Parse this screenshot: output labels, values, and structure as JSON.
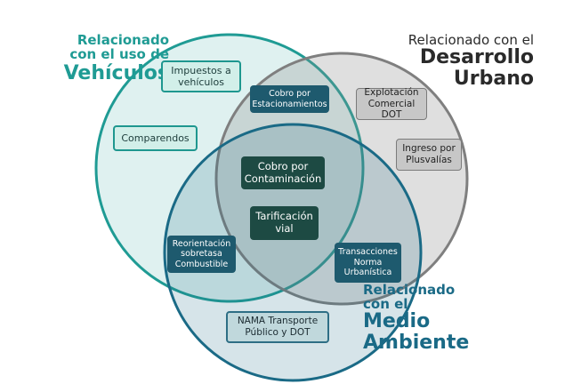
{
  "colors": {
    "vehiculos": "#1f9b94",
    "desarrollo": "#8a8a8a",
    "medio_ambiente": "#1a6a86"
  },
  "sets": {
    "vehiculos": {
      "lines": [
        "Relacionado",
        "con el uso de",
        "Vehículos"
      ]
    },
    "desarrollo": {
      "lines": [
        "Relacionado con el",
        "Desarrollo",
        "Urbano"
      ]
    },
    "medio_ambiente": {
      "lines": [
        "Relacionado",
        "con el",
        "Medio",
        "Ambiente"
      ]
    }
  },
  "items": {
    "impuestos": "Impuestos a\nvehículos",
    "comparendos": "Comparendos",
    "estacionamientos": "Cobro por\nEstacionamientos",
    "explotacion": "Explotación\nComercial DOT",
    "plusvalias": "Ingreso por\nPlusvalías",
    "contaminacion": "Cobro por\nContaminación",
    "tarificacion": "Tarificación\nvial",
    "reorientacion": "Reorientación\nsobretasa\nCombustible",
    "transacciones": "Transacciones\nNorma\nUrbanística",
    "nama": "NAMA Transporte\nPúblico y DOT"
  }
}
